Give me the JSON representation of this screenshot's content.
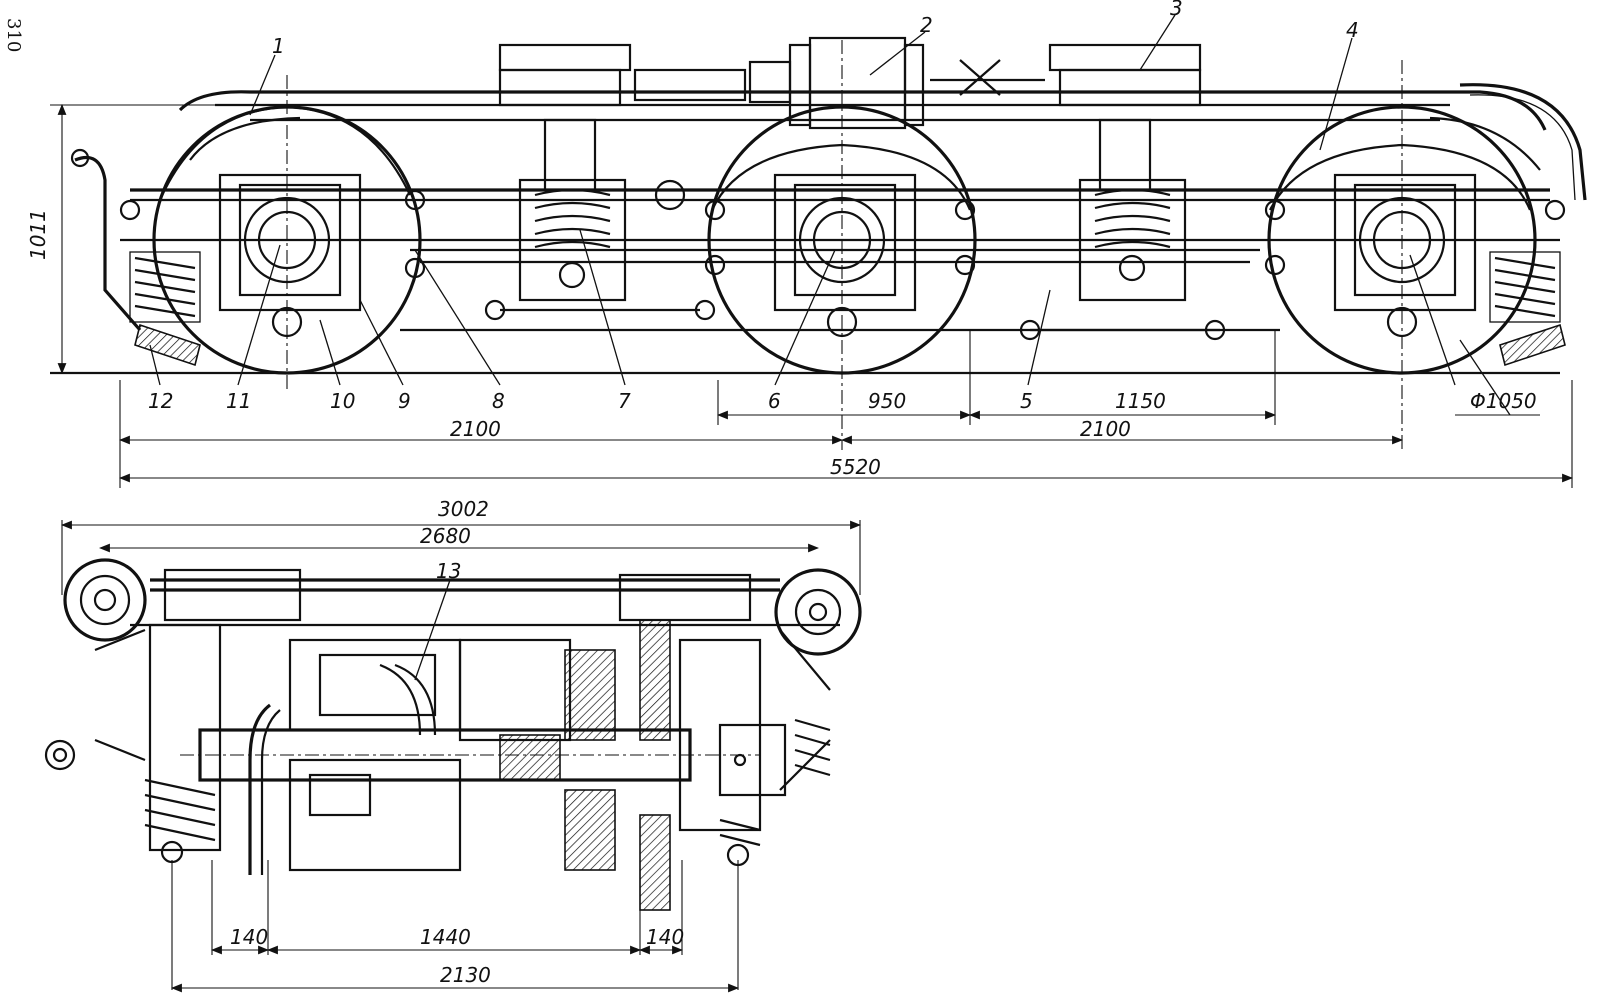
{
  "page_number": "310",
  "side_view": {
    "height_dimension": "1011",
    "callouts": [
      "1",
      "2",
      "3",
      "4",
      "5",
      "6",
      "7",
      "8",
      "9",
      "10",
      "11",
      "12"
    ],
    "dimensions": {
      "half_1": "950",
      "half_2": "1150",
      "axle_base_front": "2100",
      "axle_base_rear": "2100",
      "total_length": "5520",
      "wheel_diameter": "Φ1050"
    }
  },
  "top_view": {
    "callout": "13",
    "dimensions": {
      "overall_width": "3002",
      "frame_width": "2680",
      "left_offset": "140",
      "track": "1440",
      "right_offset": "140",
      "spring_base": "2130"
    }
  }
}
